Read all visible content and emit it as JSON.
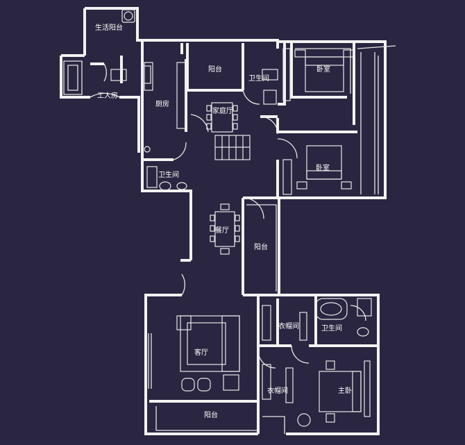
{
  "colors": {
    "background": "#2a2540",
    "line": "#f2f2f2"
  },
  "rooms": [
    {
      "id": "utility-balcony",
      "label": "生活阳台"
    },
    {
      "id": "maid-room",
      "label": "工人房"
    },
    {
      "id": "kitchen",
      "label": "厨房"
    },
    {
      "id": "balcony-top",
      "label": "阳台"
    },
    {
      "id": "bathroom-top",
      "label": "卫生间"
    },
    {
      "id": "bedroom-top",
      "label": "卧室"
    },
    {
      "id": "family-room",
      "label": "家庭厅"
    },
    {
      "id": "bathroom-mid",
      "label": "卫生间"
    },
    {
      "id": "bedroom-mid",
      "label": "卧室"
    },
    {
      "id": "dining-room",
      "label": "餐厅"
    },
    {
      "id": "balcony-mid",
      "label": "阳台"
    },
    {
      "id": "living-room",
      "label": "客厅"
    },
    {
      "id": "closet-top",
      "label": "衣帽间"
    },
    {
      "id": "bathroom-master",
      "label": "卫生间"
    },
    {
      "id": "closet-bottom",
      "label": "衣帽间"
    },
    {
      "id": "master-bedroom",
      "label": "主卧"
    },
    {
      "id": "balcony-bottom",
      "label": "阳台"
    }
  ]
}
